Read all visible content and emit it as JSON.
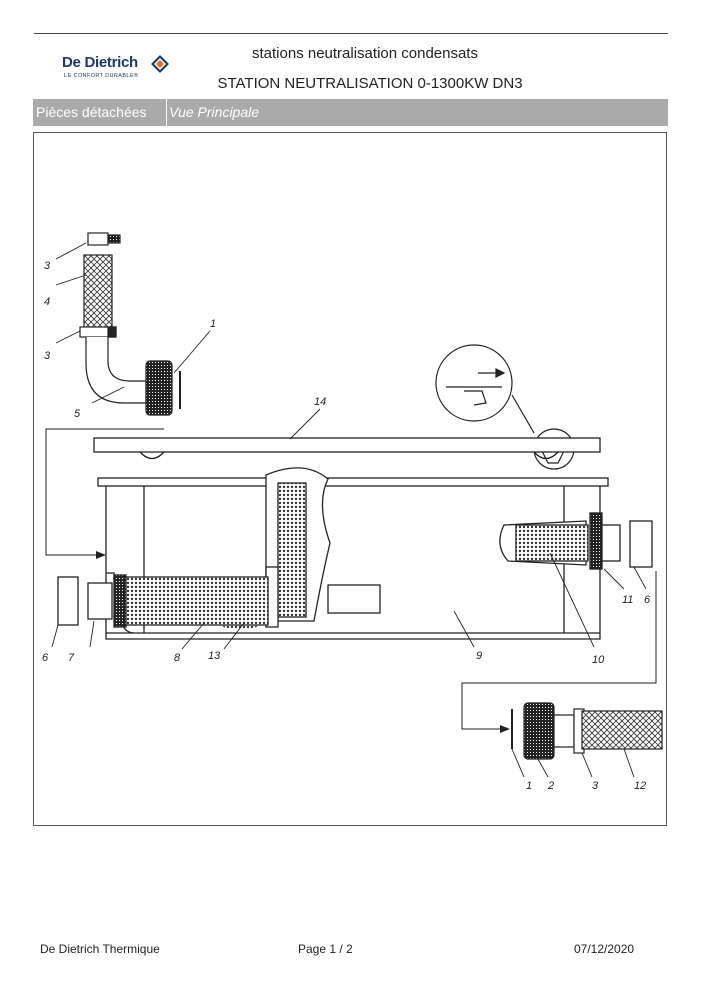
{
  "header": {
    "brand": "De Dietrich",
    "tagline": "LE CONFORT DURABLE®",
    "title": "stations neutralisation condensats",
    "subtitle": "STATION NEUTRALISATION 0-1300KW DN3"
  },
  "tabs": [
    {
      "label": "Pièces détachées"
    },
    {
      "label": "Vue Principale"
    }
  ],
  "callouts": {
    "c1a": "1",
    "c3a": "3",
    "c4": "4",
    "c3b": "3",
    "c5": "5",
    "c14": "14",
    "c6a": "6",
    "c7": "7",
    "c8": "8",
    "c13": "13",
    "c9": "9",
    "c10": "10",
    "c11": "11",
    "c6b": "6",
    "c1b": "1",
    "c2": "2",
    "c3c": "3",
    "c12": "12"
  },
  "footer": {
    "company": "De Dietrich Thermique",
    "page_label": "Page   1  /  2",
    "date": "07/12/2020"
  }
}
